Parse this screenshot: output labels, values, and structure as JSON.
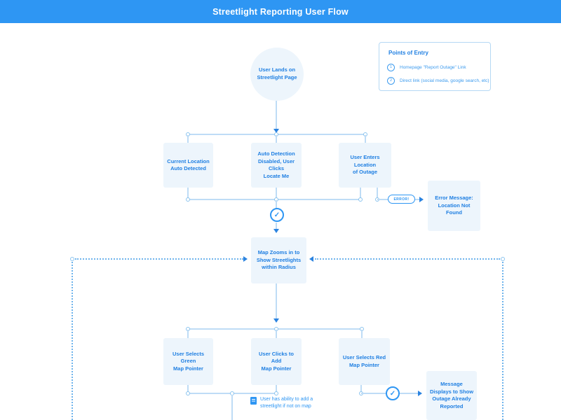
{
  "header": {
    "title": "Streetlight Reporting User Flow"
  },
  "legend": {
    "title": "Points of Entry",
    "items": [
      {
        "num": "1",
        "label": "Homepage \"Report Outage\" Link"
      },
      {
        "num": "2",
        "label": "Direct link (social media, google search, etc)"
      }
    ]
  },
  "flow": {
    "start": "User Lands on\nStreetlight Page",
    "row1": [
      "Current Location\nAuto Detected",
      "Auto Detection\nDisabled, User Clicks\nLocate Me",
      "User Enters Location\nof Outage"
    ],
    "error_label": "ERROR!",
    "error_box": "Error Message:\nLocation Not Found",
    "map_box": "Map Zooms in to\nShow Streetlights\nwithin Radius",
    "row2": [
      "User Selects Green\nMap Pointer",
      "User Clicks to Add\nMap Pointer",
      "User Selects Red\nMap Pointer"
    ],
    "message_box": "Message\nDisplays to Show\nOutage Already\nReported",
    "note": "User has ability to add a\nstreetlight if not on map"
  },
  "icons": {
    "check": "✓"
  },
  "colors": {
    "accent": "#2e96f3",
    "box_fill": "#edf5fc",
    "box_text": "#1f7fe2",
    "line": "#bedcf6",
    "line_dark": "#8cc4ee",
    "line_dot": "#6fb4ec",
    "arrow": "#2b83e0",
    "legend_border": "#b5d8f4",
    "legend_text": "#3d9bee"
  }
}
